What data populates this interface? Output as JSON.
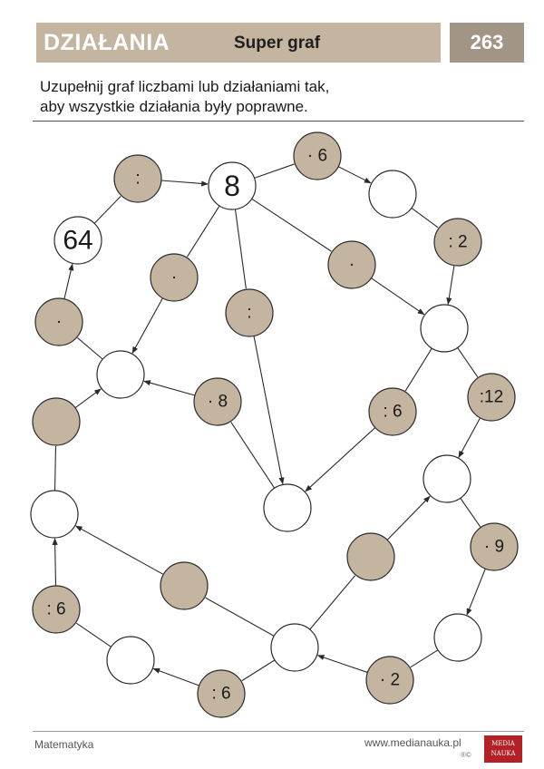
{
  "header": {
    "title": "DZIAŁANIA",
    "subtitle": "Super graf",
    "page_number": "263"
  },
  "instructions": {
    "line1": "Uzupełnij graf liczbami lub działaniami tak,",
    "line2": "aby wszystkie działania były poprawne."
  },
  "colors": {
    "header_bg": "#c4b5a0",
    "page_number_bg": "#a39585",
    "operation_node": "#c4b5a0",
    "value_node": "#ffffff",
    "logo_bg": "#b32025"
  },
  "graph": {
    "nodes": [
      {
        "id": "n8",
        "kind": "value",
        "label": "8"
      },
      {
        "id": "n64",
        "kind": "value",
        "label": "64"
      },
      {
        "id": "oDivTopLeft",
        "kind": "operation",
        "label": ":"
      },
      {
        "id": "oMulLeft",
        "kind": "operation",
        "label": "·"
      },
      {
        "id": "oBlankLeft",
        "kind": "operation",
        "label": ""
      },
      {
        "id": "vLeftMid",
        "kind": "value",
        "label": ""
      },
      {
        "id": "oMulInner",
        "kind": "operation",
        "label": "·"
      },
      {
        "id": "oDivCenter",
        "kind": "operation",
        "label": ":"
      },
      {
        "id": "oMul8",
        "kind": "operation",
        "label": "· 8"
      },
      {
        "id": "vCenter",
        "kind": "value",
        "label": ""
      },
      {
        "id": "oMul6Top",
        "kind": "operation",
        "label": "· 6"
      },
      {
        "id": "vTopRight",
        "kind": "value",
        "label": ""
      },
      {
        "id": "oDiv2",
        "kind": "operation",
        "label": ": 2"
      },
      {
        "id": "oMulRightInner",
        "kind": "operation",
        "label": "·"
      },
      {
        "id": "vRight",
        "kind": "value",
        "label": ""
      },
      {
        "id": "oDiv12",
        "kind": "operation",
        "label": ":12"
      },
      {
        "id": "oDiv6Center",
        "kind": "operation",
        "label": ": 6"
      },
      {
        "id": "vRight2",
        "kind": "value",
        "label": ""
      },
      {
        "id": "oMul9",
        "kind": "operation",
        "label": "· 9"
      },
      {
        "id": "vRightBottom",
        "kind": "value",
        "label": ""
      },
      {
        "id": "oMul2",
        "kind": "operation",
        "label": "· 2"
      },
      {
        "id": "vBottomCenter",
        "kind": "value",
        "label": ""
      },
      {
        "id": "oBlankBottomRight",
        "kind": "operation",
        "label": ""
      },
      {
        "id": "oBlankBottomLeft",
        "kind": "operation",
        "label": ""
      },
      {
        "id": "vLeftLower",
        "kind": "value",
        "label": ""
      },
      {
        "id": "oDiv6Left",
        "kind": "operation",
        "label": ": 6"
      },
      {
        "id": "vBottomLeft",
        "kind": "value",
        "label": ""
      },
      {
        "id": "oDiv6Bottom",
        "kind": "operation",
        "label": ": 6"
      }
    ]
  },
  "footer": {
    "subject": "Matematyka",
    "url": "www.medianauka.pl",
    "copyright": "®©",
    "logo_line1": "MEDIA",
    "logo_line2": "NAUKA"
  }
}
